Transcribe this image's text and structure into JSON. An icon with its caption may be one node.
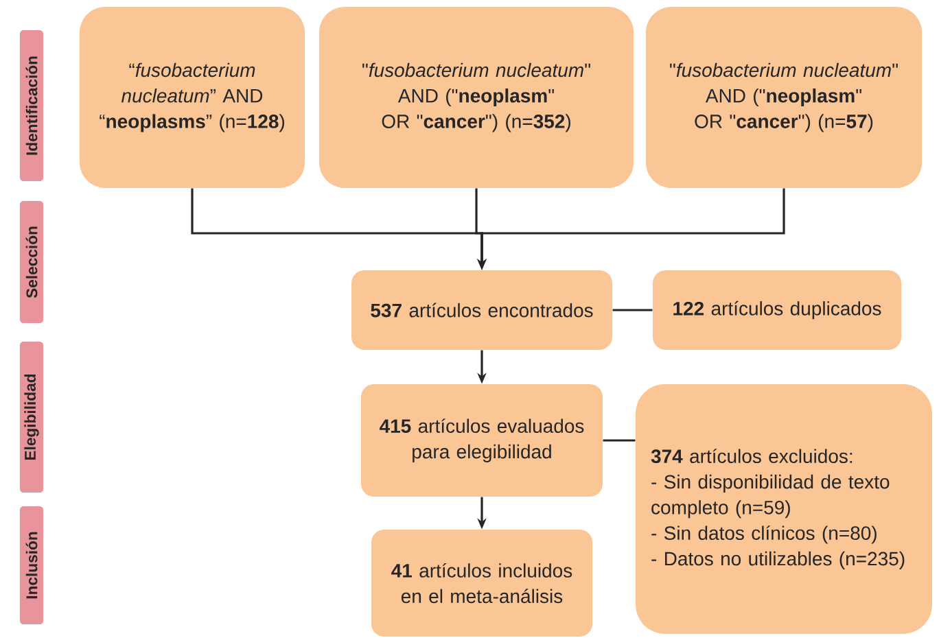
{
  "diagram": {
    "nodes": [
      {
        "text": [
          "Identificación"
        ]
      },
      {
        "text": [
          "Selección"
        ]
      },
      {
        "text": [
          "Elegibilidad"
        ]
      },
      {
        "text": [
          "Inclusión"
        ]
      },
      {
        "text": [
          "“*fusobacterium nucleatum*” AND “**neoplasms**” (n=**128**)"
        ]
      },
      {
        "text": [
          "\"*fusobacterium nucleatum*\" AND (\"**neoplasm**\" OR \"**cancer**\") (n=**352**)"
        ]
      },
      {
        "text": [
          "\"*fusobacterium nucleatum*\" AND (\"**neoplasm**\" OR \"**cancer**\") (n=**57**)"
        ]
      },
      {
        "text": [
          "**537** artículos encontrados"
        ]
      },
      {
        "text": [
          "**122** artículos duplicados"
        ]
      },
      {
        "text": [
          "**415** artículos evaluados para elegibilidad"
        ]
      },
      {
        "text": [
          "**374** artículos excluidos:",
          "- Sin disponibilidad de texto completo (n=59)",
          "- Sin datos clínicos (n=80)",
          "- Datos no utilizables (n=235)"
        ]
      },
      {
        "text": [
          "**41** artículos incluidos en el meta-análisis"
        ]
      }
    ],
    "edges": [
      {
        "from": 4,
        "to": 7,
        "arrow": "to"
      },
      {
        "from": 5,
        "to": 7,
        "arrow": "to"
      },
      {
        "from": 6,
        "to": 7,
        "arrow": "to"
      },
      {
        "from": 7,
        "to": 8,
        "arrow": "none"
      },
      {
        "from": 7,
        "to": 9,
        "arrow": "to"
      },
      {
        "from": 9,
        "to": 10,
        "arrow": "none"
      },
      {
        "from": 9,
        "to": 11,
        "arrow": "to"
      }
    ]
  }
}
